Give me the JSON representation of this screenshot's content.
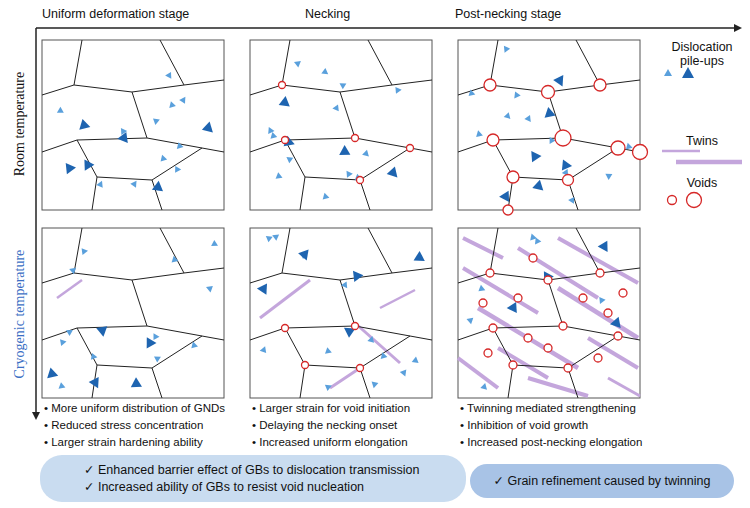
{
  "diagram": {
    "nodes": [
      {
        "text": [
          "✓ Enhanced barrier effect of GBs to dislocation transmission",
          "✓ Increased ability of GBs to resist void nucleation"
        ]
      },
      {
        "text": [
          "✓ Grain refinement caused by twinning"
        ]
      }
    ],
    "labels": [
      "Uniform deformation stage",
      "Necking",
      "Post-necking stage",
      "Room temperature",
      "Cryogenic temperature",
      "• More uniform distribution of GNDs",
      "• Reduced stress concentration",
      "• Larger strain hardening ability",
      "• Larger strain for void initiation",
      "• Delaying the necking onset",
      "• Increased uniform elongation",
      "• Twinning mediated strengthening",
      "• Inhibition of void growth",
      "• Increased post-necking elongation"
    ],
    "legend": [
      {
        "text": "Dislocation pile-ups"
      },
      {
        "text": "Twins"
      },
      {
        "text": "Voids"
      }
    ]
  }
}
